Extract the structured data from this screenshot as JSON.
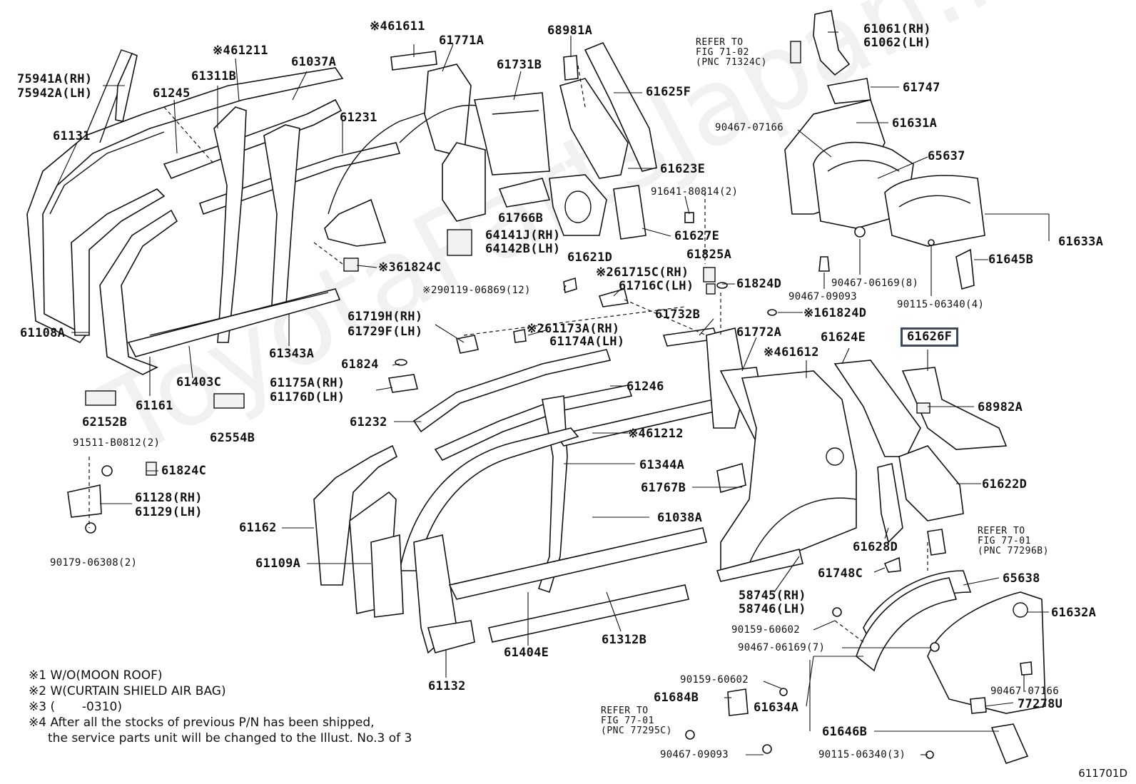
{
  "labels": {
    "p75941a": "75941A(RH)",
    "p75942a": "75942A(LH)",
    "p61131": "61131",
    "p61245": "61245",
    "p61311b": "61311B",
    "p61211": "※461211",
    "p61037a": "61037A",
    "p61231": "61231",
    "p61611": "※461611",
    "p61771a": "61771A",
    "p61731b": "61731B",
    "p68981a": "68981A",
    "p61625f": "61625F",
    "p61623e": "61623E",
    "p61061": "61061(RH)",
    "p61062": "61062(LH)",
    "p61747": "61747",
    "p9046707166a": "90467-07166",
    "p61631a": "61631A",
    "p65637": "65637",
    "p9164180814": "91641-80814(2)",
    "p61766b": "61766B",
    "p64141j": "64141J(RH)",
    "p64142b": "64142B(LH)",
    "p61621d": "61621D",
    "p61627e": "61627E",
    "p61825a": "61825A",
    "p61633a": "61633A",
    "p61645b": "61645B",
    "p9046706169_8": "90467-06169(8)",
    "p9046709093a": "90467-09093",
    "p9011506340_4": "90115-06340(4)",
    "p61824c_a": "※361824C",
    "p61715c": "※261715C(RH)",
    "p61716c": "61716C(LH)",
    "p61824d_a": "61824D",
    "p61824d_b": "※161824D",
    "p9011906869": "※290119-06869(12)",
    "p61108a": "61108A",
    "p61343a": "61343A",
    "p61719h": "61719H(RH)",
    "p61729f": "61729F(LH)",
    "p61173a": "※261173A(RH)",
    "p61174a": "61174A(LH)",
    "p61732b": "61732B",
    "p61772a": "61772A",
    "p61624e": "61624E",
    "p61626f": "61626F",
    "p61612": "※461612",
    "p61403c": "61403C",
    "p61161": "61161",
    "p61824": "61824",
    "p61175a": "61175A(RH)",
    "p61176d": "61176D(LH)",
    "p61246": "61246",
    "p68982a": "68982A",
    "p62152b": "62152B",
    "p62554b": "62554B",
    "p61232": "61232",
    "p61212": "※461212",
    "p61622d": "61622D",
    "p91511b0812": "91511-B0812(2)",
    "p61824c_b": "61824C",
    "p61344a": "61344A",
    "p61128": "61128(RH)",
    "p61129": "61129(LH)",
    "p61767b": "61767B",
    "p61038a": "61038A",
    "p61162": "61162",
    "p61628d": "61628D",
    "p61109a": "61109A",
    "p9017906308": "90179-06308(2)",
    "p61748c": "61748C",
    "p65638": "65638",
    "p58745": "58745(RH)",
    "p58746": "58746(LH)",
    "p61632a": "61632A",
    "p9015960602a": "90159-60602",
    "p9046706169_7": "90467-06169(7)",
    "p61404e": "61404E",
    "p61312b": "61312B",
    "p61132": "61132",
    "p9015960602b": "90159-60602",
    "p61684b": "61684B",
    "p61634a": "61634A",
    "p9046707166b": "90467-07166",
    "p77278u": "77278U",
    "p61646b": "61646B",
    "p9046709093b": "90467-09093",
    "p9011506340_3": "90115-06340(3)"
  },
  "references": {
    "ref_71_02": [
      "REFER TO",
      "FIG 71-02",
      "(PNC 71324C)"
    ],
    "ref_77_01_a": [
      "REFER TO",
      "FIG 77-01",
      "(PNC 77296B)"
    ],
    "ref_77_01_b": [
      "REFER TO",
      "FIG 77-01",
      "(PNC 77295C)"
    ]
  },
  "notes": [
    "※1  W/O(MOON ROOF)",
    "※2 W(CURTAIN SHIELD AIR BAG)",
    "※3 (       -0310)",
    "※4 After all the stocks of previous P/N has been shipped,",
    "     the service parts unit will be changed to the Illust. No.3 of 3"
  ],
  "figure_id": "611701D",
  "watermark": "ToyotaPartsJapan.ru",
  "highlight_part": "61626F"
}
